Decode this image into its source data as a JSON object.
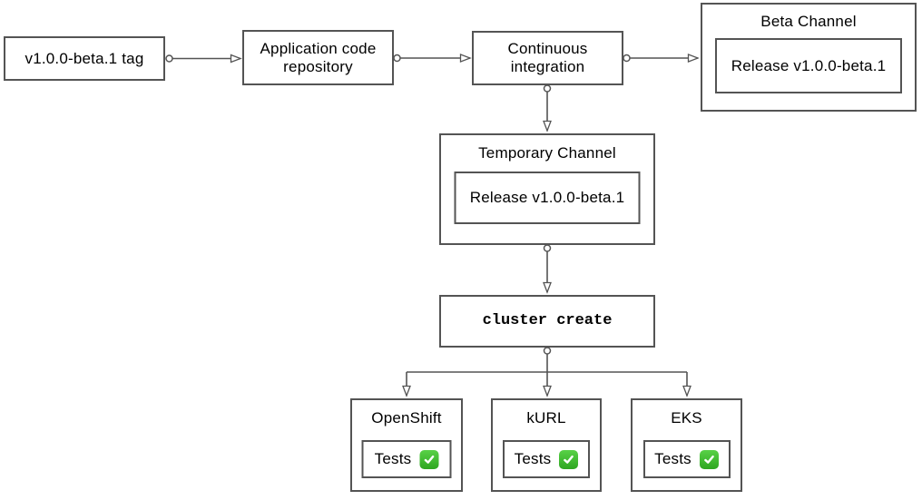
{
  "nodes": {
    "tag": {
      "label": "v1.0.0-beta.1 tag"
    },
    "repo": {
      "label": "Application code repository"
    },
    "ci": {
      "label": "Continuous integration"
    },
    "beta_channel": {
      "title": "Beta Channel",
      "release_label": "Release v1.0.0-beta.1"
    },
    "temporary_channel": {
      "title": "Temporary Channel",
      "release_label": "Release v1.0.0-beta.1"
    },
    "cluster_create": {
      "label": "cluster create"
    },
    "platforms": [
      {
        "title": "OpenShift",
        "tests_label": "Tests",
        "status_icon": "check-mark-button-icon"
      },
      {
        "title": "kURL",
        "tests_label": "Tests",
        "status_icon": "check-mark-button-icon"
      },
      {
        "title": "EKS",
        "tests_label": "Tests",
        "status_icon": "check-mark-button-icon"
      }
    ]
  },
  "colors": {
    "stroke": "#545454",
    "text": "#000000",
    "background": "#ffffff",
    "check_green_top": "#58d147",
    "check_green_bottom": "#2ea621",
    "check_mark": "#ffffff"
  }
}
